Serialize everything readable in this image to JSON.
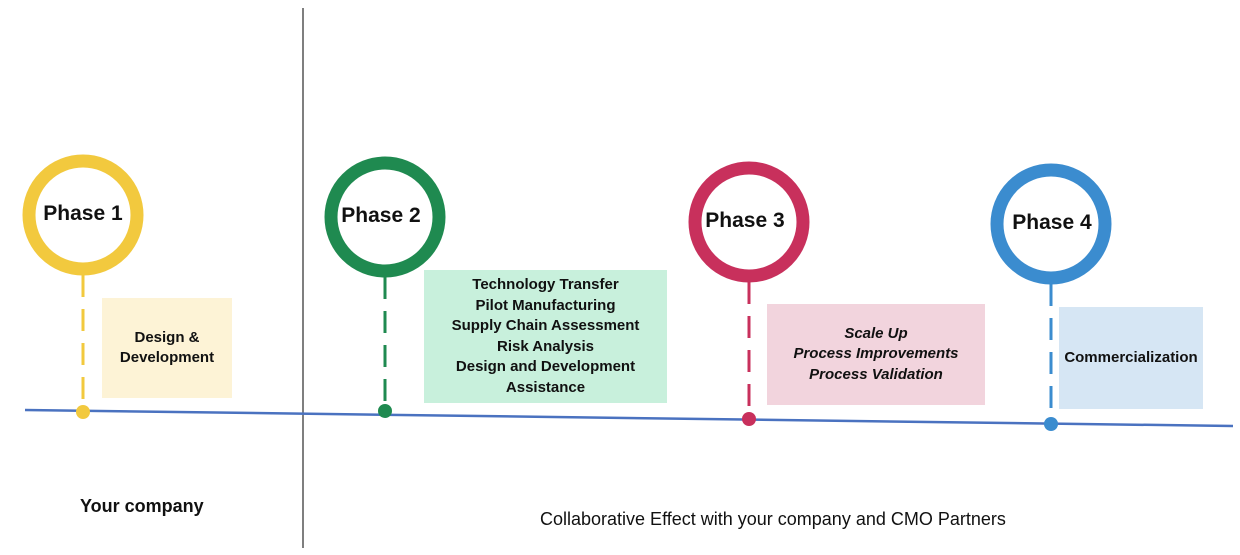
{
  "phases": [
    {
      "label": "Phase 1",
      "color": "#f2c93e",
      "box_color": "#fdf3d6",
      "items": [
        "Design &",
        "Development"
      ]
    },
    {
      "label": "Phase 2",
      "color": "#1f8a50",
      "box_color": "#c8f0dc",
      "items": [
        "Technology Transfer",
        "Pilot Manufacturing",
        "Supply Chain Assessment",
        "Risk Analysis",
        "Design and Development",
        "Assistance"
      ]
    },
    {
      "label": "Phase 3",
      "color": "#c8305c",
      "box_color": "#f2d4dd",
      "items": [
        "Scale Up",
        "Process Improvements",
        "Process Validation"
      ]
    },
    {
      "label": "Phase 4",
      "color": "#3b8ccf",
      "box_color": "#d6e6f4",
      "items": [
        "Commercialization"
      ]
    }
  ],
  "axis_color": "#4a72c0",
  "footer": {
    "left": "Your company",
    "right": "Collaborative Effect with your company and CMO Partners"
  }
}
